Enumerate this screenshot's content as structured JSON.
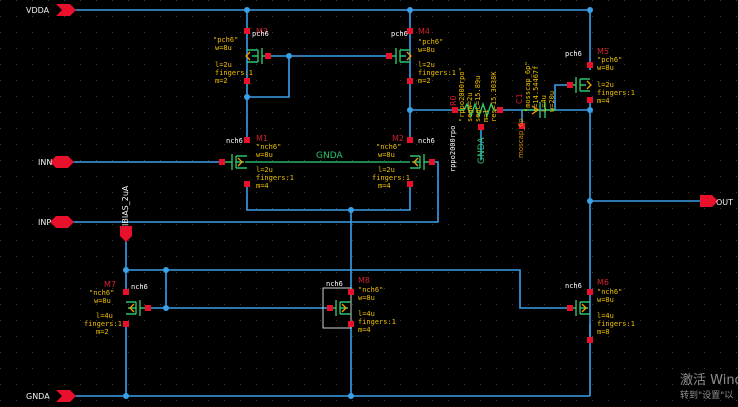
{
  "pins": {
    "vdda": "VDDA",
    "inn": "INN",
    "inp": "INP",
    "gnda": "GNDA",
    "out": "OUT",
    "bias": "IBIAS_2uA"
  },
  "net_labels": {
    "gnda_mid": "GNDA",
    "gnda_sub": "GNDA"
  },
  "devices": [
    {
      "id": "m3",
      "inst": "M3",
      "cell": "pch6",
      "model": "\"pch6\"",
      "w": "w=8u",
      "l": "l=2u",
      "fingers": "fingers:1",
      "m": "m=2"
    },
    {
      "id": "m4",
      "inst": "M4",
      "cell": "pch6",
      "model": "\"pch6\"",
      "w": "w=8u",
      "l": "l=2u",
      "fingers": "fingers:1",
      "m": "m=2"
    },
    {
      "id": "m1",
      "inst": "M1",
      "cell": "nch6",
      "model": "\"nch6\"",
      "w": "w=8u",
      "l": "l=2u",
      "fingers": "fingers:1",
      "m": "m=4"
    },
    {
      "id": "m2",
      "inst": "M2",
      "cell": "nch6",
      "model": "\"nch6\"",
      "w": "w=8u",
      "l": "l=2u",
      "fingers": "fingers:1",
      "m": "m=4"
    },
    {
      "id": "m5",
      "inst": "M5",
      "cell": "pch6",
      "model": "\"pch6\"",
      "w": "w=8u",
      "l": "l=2u",
      "fingers": "fingers:1",
      "m": "m=4"
    },
    {
      "id": "m7",
      "inst": "M7",
      "cell": "nch6",
      "model": "\"nch6\"",
      "w": "w=8u",
      "l": "l=4u",
      "fingers": "fingers:1",
      "m": "m=2"
    },
    {
      "id": "m8",
      "inst": "M8",
      "cell": "nch6",
      "model": "\"nch6\"",
      "w": "w=8u",
      "l": "l=4u",
      "fingers": "fingers:1",
      "m": "m=4"
    },
    {
      "id": "m6",
      "inst": "M6",
      "cell": "nch6",
      "model": "\"nch6\"",
      "w": "w=8u",
      "l": "l=4u",
      "fingers": "fingers:1",
      "m": "m=8"
    }
  ],
  "resistor": {
    "inst": "R0",
    "lines": [
      "\"rppo2000rpo\"",
      "segW=2u",
      "segL=15.89u",
      "m=1",
      "res=15.3038K"
    ],
    "below": "rppo2000rpo"
  },
  "capacitor": {
    "inst": "C1",
    "lines": [
      "\"mosscap_6p\"",
      "c=14.54467f",
      "L=4u",
      "w=20u"
    ],
    "below": "moscap_6p"
  },
  "watermark": {
    "title": "激活 Wind",
    "subtitle": "转到\"设置\"以"
  }
}
